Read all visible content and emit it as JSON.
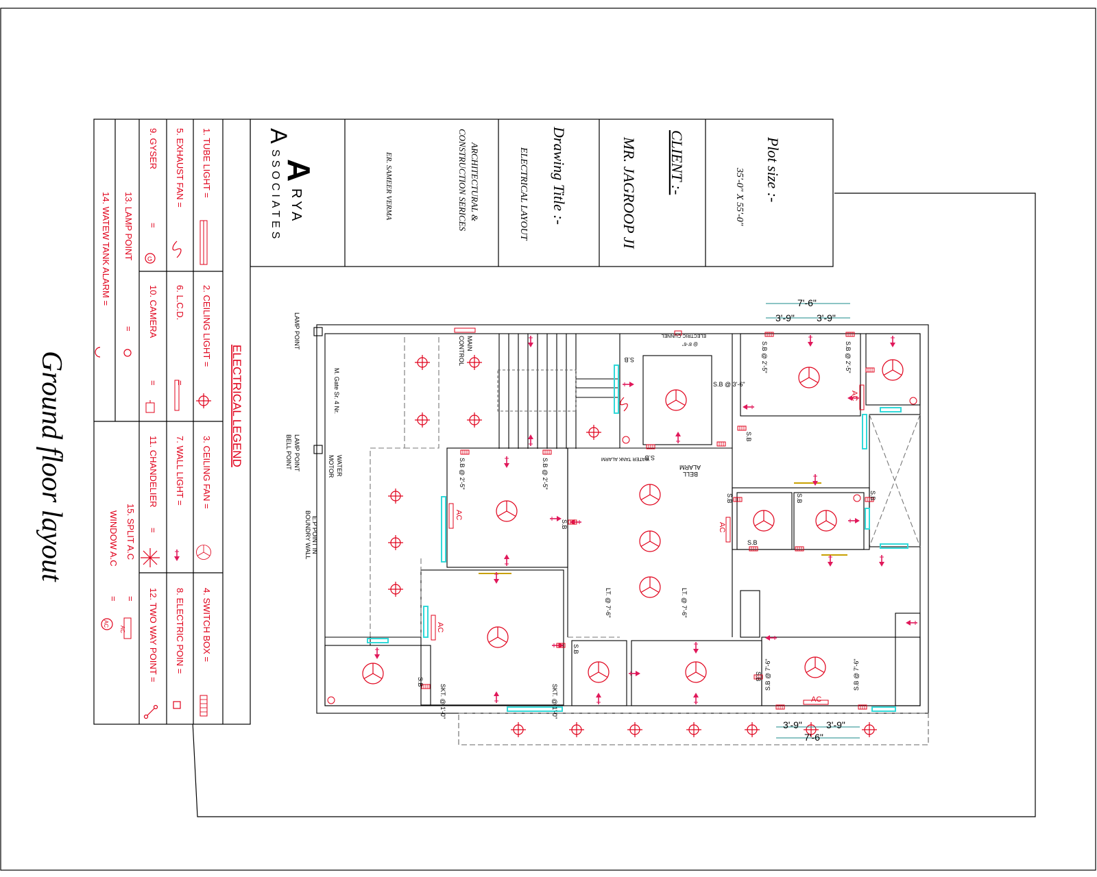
{
  "title_block": {
    "plot_size_label": "Plot size :-",
    "plot_size_value": "35'-0\" X 55'-0\"",
    "client_label": "CLIENT :-",
    "client_name": "MR. JAGROOP JI",
    "drawing_title_label": "Drawing Title :-",
    "drawing_title_value": "ELECTRICAL LAYOUT",
    "firm_services": [
      "ARCHITECTURAL &",
      "CONSTRUCTION SERICES"
    ],
    "firm_person": "ER. SAMEER VERMA",
    "logo_letter": "A",
    "logo_word1": "RYA",
    "logo_word2": "SSOCIATES"
  },
  "legend": {
    "title": "ELECTRICAL LEGEND",
    "items": [
      "1. TUBE LIGHT =",
      "2. CEILING LIGHT =",
      "3. CEILING FAN =",
      "4. SWITCH BOX =",
      "5. EXHAUST FAN =",
      "6. L.C.D.",
      "7. WALL LIGHT =",
      "8. ELECTRIC POIN =",
      "9. GYSER",
      "10. CAMERA",
      "11. CHANDELIER",
      "12. TWO WAY POINT =",
      "13. LAMP POINT",
      "14. WATEW TANK ALARM =",
      "15. SPLIT A.C",
      "WINDOW A.C"
    ],
    "equals": "=",
    "ac_label": "AC"
  },
  "drawing_caption": "Ground floor layout",
  "plan_labels": {
    "dim_top_total": "7'-6\"",
    "dim_top_left": "3'-9\"",
    "dim_top_right": "3'-9\"",
    "dim_bottom_total": "7'-6\"",
    "dim_bottom_left": "3'-9\"",
    "dim_bottom_right": "3'-9\"",
    "lamp_point_top": "LAMP POINT",
    "lamp_point_mid": "LAMP POINT",
    "bell_point": "BELL POINT",
    "water_motor_1": "WATER",
    "water_motor_2": "MOTOR",
    "ep_point_1": "E.P POINT IN",
    "ep_point_2": "BOUNDRY WALL",
    "main_control_1": "MAIN",
    "main_control_2": "CONTROL",
    "bell_alarm_1": "BELL",
    "bell_alarm_2": "ALARM",
    "m_gate": "M. Gate Sr. 4 Nr.",
    "ac": "AC",
    "sb": "S.B",
    "sb_25": "S.B @ 2'-5\"",
    "sb_36": "S.B @ 3'-6\"",
    "sb_76": "S.B @ 7'-6\"",
    "lt_76": "LT. @ 7'-6\"",
    "skt_10": "SKT. @ 1'-0\"",
    "water_tank_alarm": "WATER TANK ALARM",
    "electric_cunnel": "ELECTRIC CUNNEL",
    "at_86": "@ 8'-6\""
  },
  "colors": {
    "line": "#000000",
    "symbol": "#e0001a",
    "arrow": "#e0185a",
    "window": "#30d8d8",
    "door": "#c8a000"
  }
}
